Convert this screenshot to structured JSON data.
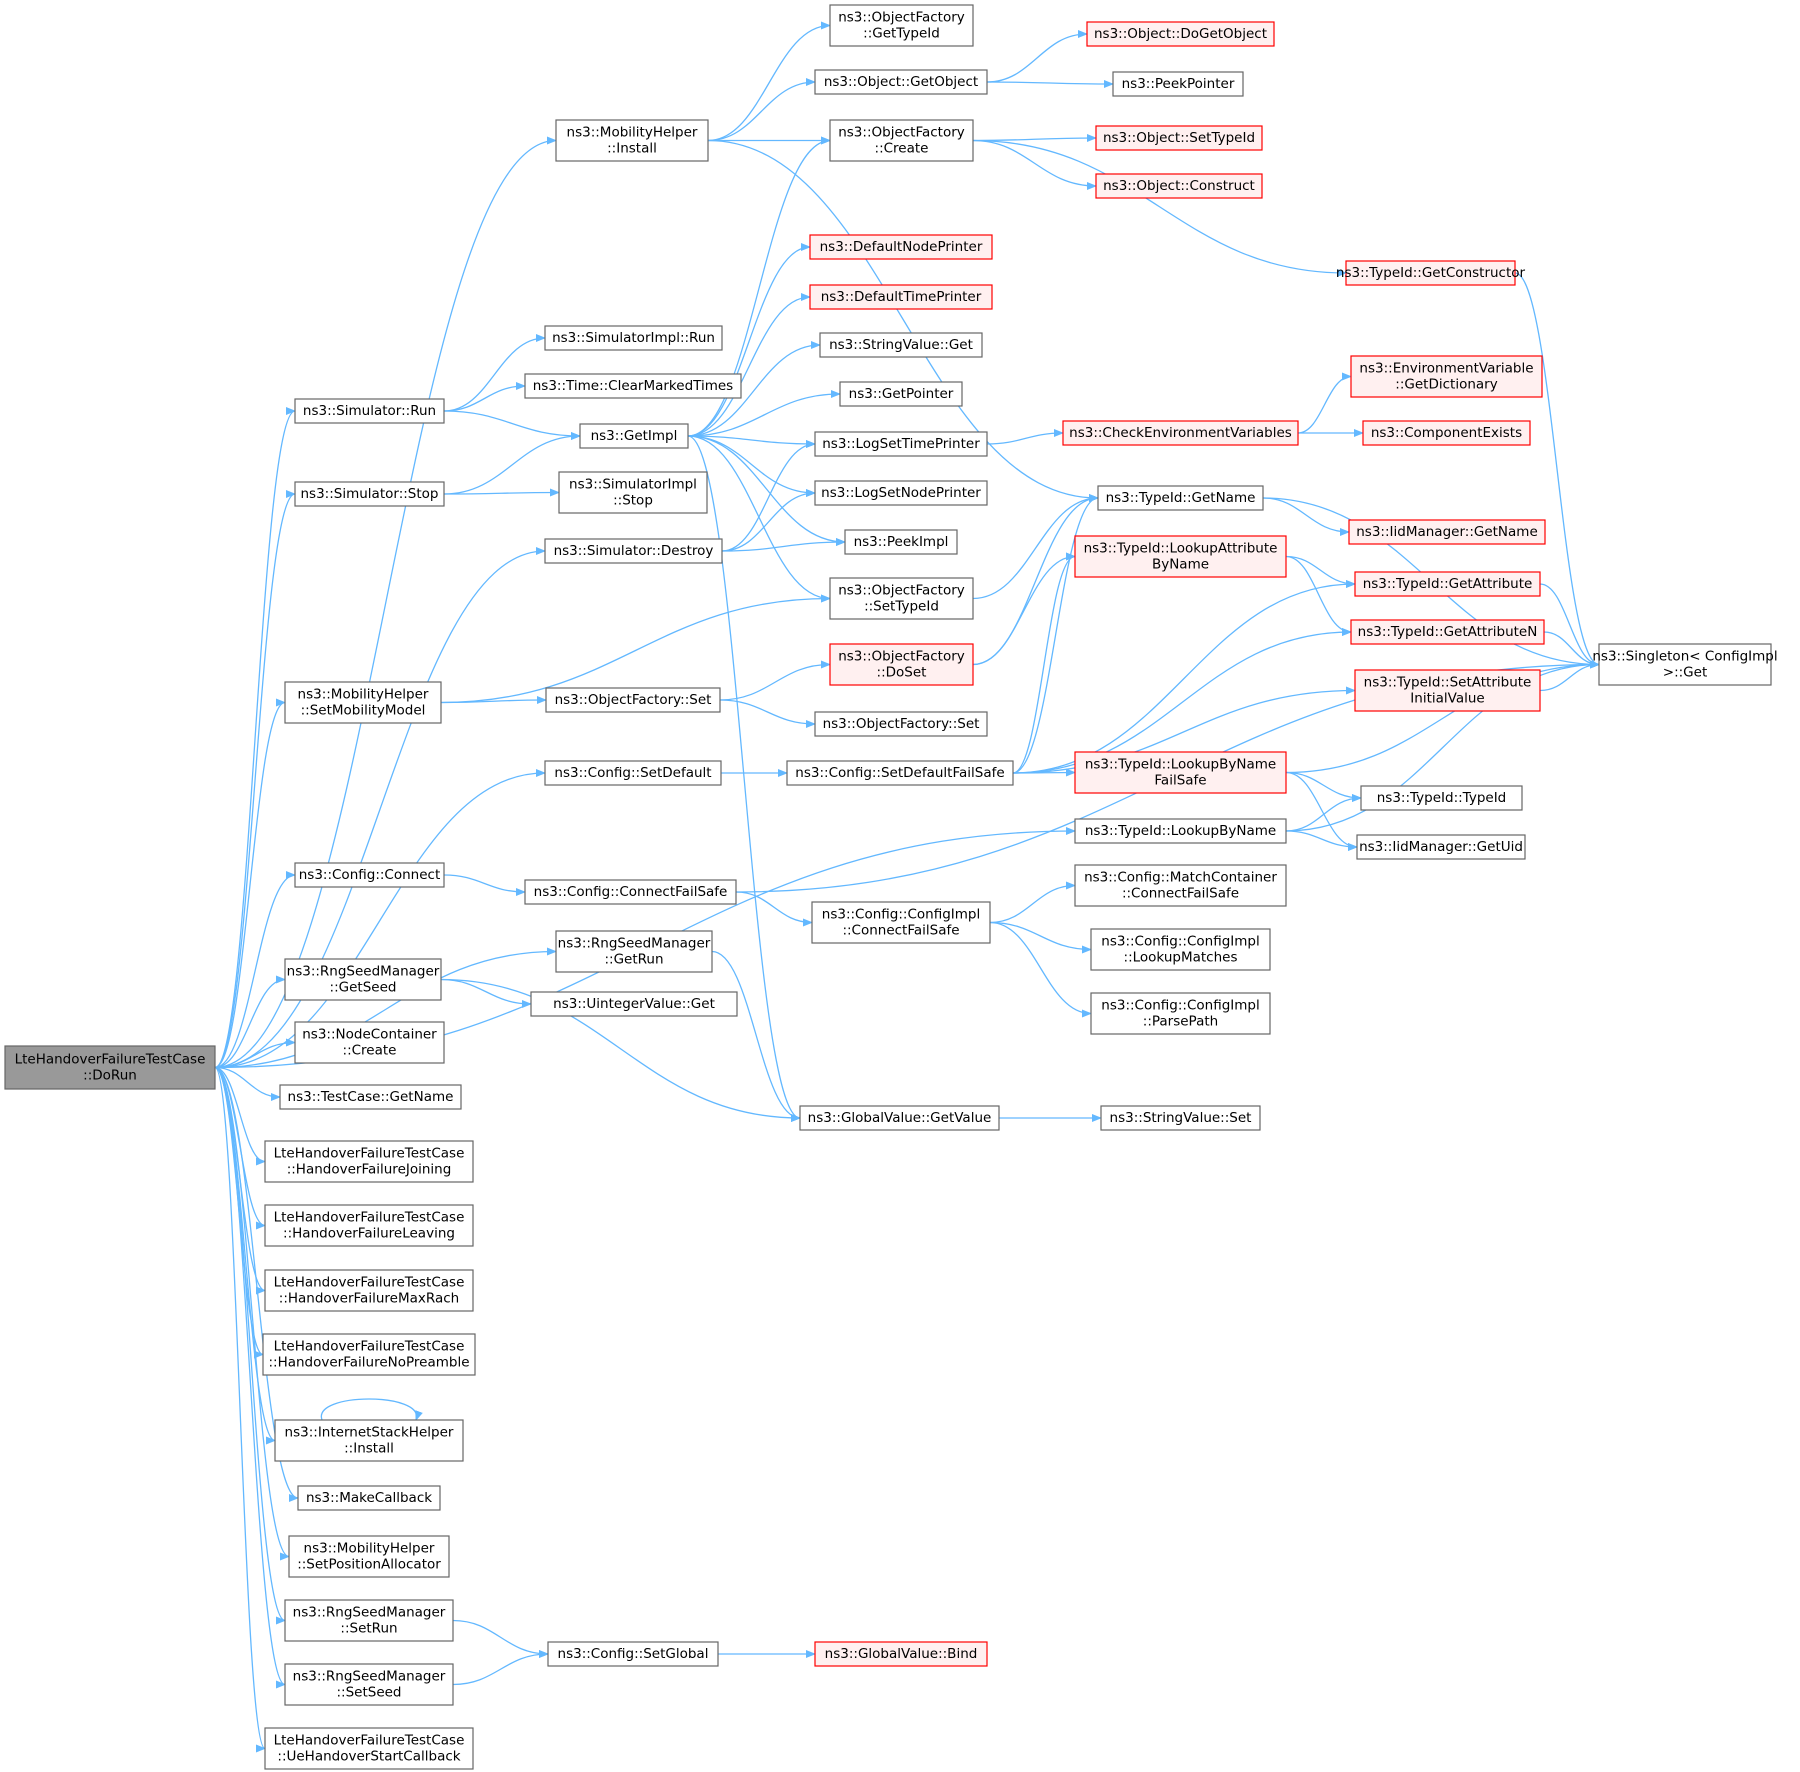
{
  "colors": {
    "edge": "#63b8ff",
    "node_border": "#666666",
    "node_fill": "#ffffff",
    "root_fill": "#999999",
    "red_border": "#ff0000",
    "red_fill": "#fff0f0"
  },
  "nodes": [
    {
      "id": "root",
      "label": [
        "LteHandoverFailureTestCase",
        "::DoRun"
      ],
      "style": "root"
    },
    {
      "id": "mh_install",
      "label": [
        "ns3::MobilityHelper",
        "::Install"
      ],
      "style": "normal"
    },
    {
      "id": "of_gettypeid",
      "label": [
        "ns3::ObjectFactory",
        "::GetTypeId"
      ],
      "style": "normal"
    },
    {
      "id": "obj_getobject",
      "label": [
        "ns3::Object::GetObject"
      ],
      "style": "normal"
    },
    {
      "id": "obj_dogetobject",
      "label": [
        "ns3::Object::DoGetObject"
      ],
      "style": "red"
    },
    {
      "id": "peekpointer",
      "label": [
        "ns3::PeekPointer"
      ],
      "style": "normal"
    },
    {
      "id": "of_create",
      "label": [
        "ns3::ObjectFactory",
        "::Create"
      ],
      "style": "normal"
    },
    {
      "id": "obj_settypeid",
      "label": [
        "ns3::Object::SetTypeId"
      ],
      "style": "red"
    },
    {
      "id": "obj_construct",
      "label": [
        "ns3::Object::Construct"
      ],
      "style": "red"
    },
    {
      "id": "tid_getconstructor",
      "label": [
        "ns3::TypeId::GetConstructor"
      ],
      "style": "red"
    },
    {
      "id": "defaultnodeprinter",
      "label": [
        "ns3::DefaultNodePrinter"
      ],
      "style": "red"
    },
    {
      "id": "defaulttimeprinter",
      "label": [
        "ns3::DefaultTimePrinter"
      ],
      "style": "red"
    },
    {
      "id": "simimpl_run",
      "label": [
        "ns3::SimulatorImpl::Run"
      ],
      "style": "normal"
    },
    {
      "id": "time_clearmarked",
      "label": [
        "ns3::Time::ClearMarkedTimes"
      ],
      "style": "normal"
    },
    {
      "id": "stringvalue_get",
      "label": [
        "ns3::StringValue::Get"
      ],
      "style": "normal"
    },
    {
      "id": "sim_run",
      "label": [
        "ns3::Simulator::Run"
      ],
      "style": "normal"
    },
    {
      "id": "getpointer",
      "label": [
        "ns3::GetPointer"
      ],
      "style": "normal"
    },
    {
      "id": "env_getdict",
      "label": [
        "ns3::EnvironmentVariable",
        "::GetDictionary"
      ],
      "style": "red"
    },
    {
      "id": "getimpl",
      "label": [
        "ns3::GetImpl"
      ],
      "style": "normal"
    },
    {
      "id": "logsettimeprinter",
      "label": [
        "ns3::LogSetTimePrinter"
      ],
      "style": "normal"
    },
    {
      "id": "checkenv",
      "label": [
        "ns3::CheckEnvironmentVariables"
      ],
      "style": "red"
    },
    {
      "id": "componentexists",
      "label": [
        "ns3::ComponentExists"
      ],
      "style": "red"
    },
    {
      "id": "sim_stop",
      "label": [
        "ns3::Simulator::Stop"
      ],
      "style": "normal"
    },
    {
      "id": "simimpl_stop",
      "label": [
        "ns3::SimulatorImpl",
        "::Stop"
      ],
      "style": "normal"
    },
    {
      "id": "logsetnodeprinter",
      "label": [
        "ns3::LogSetNodePrinter"
      ],
      "style": "normal"
    },
    {
      "id": "tid_getname",
      "label": [
        "ns3::TypeId::GetName"
      ],
      "style": "normal"
    },
    {
      "id": "iid_getname",
      "label": [
        "ns3::IidManager::GetName"
      ],
      "style": "red"
    },
    {
      "id": "sim_destroy",
      "label": [
        "ns3::Simulator::Destroy"
      ],
      "style": "normal"
    },
    {
      "id": "peekimpl",
      "label": [
        "ns3::PeekImpl"
      ],
      "style": "normal"
    },
    {
      "id": "tid_lookupattr",
      "label": [
        "ns3::TypeId::LookupAttribute",
        "ByName"
      ],
      "style": "red"
    },
    {
      "id": "of_settypeid",
      "label": [
        "ns3::ObjectFactory",
        "::SetTypeId"
      ],
      "style": "normal"
    },
    {
      "id": "tid_getattribute",
      "label": [
        "ns3::TypeId::GetAttribute"
      ],
      "style": "red"
    },
    {
      "id": "tid_getattributen",
      "label": [
        "ns3::TypeId::GetAttributeN"
      ],
      "style": "red"
    },
    {
      "id": "of_doset",
      "label": [
        "ns3::ObjectFactory",
        "::DoSet"
      ],
      "style": "red"
    },
    {
      "id": "singleton_get",
      "label": [
        "ns3::Singleton< ConfigImpl",
        " >::Get"
      ],
      "style": "normal"
    },
    {
      "id": "mh_setmobility",
      "label": [
        "ns3::MobilityHelper",
        "::SetMobilityModel"
      ],
      "style": "normal"
    },
    {
      "id": "of_set1",
      "label": [
        "ns3::ObjectFactory::Set"
      ],
      "style": "normal"
    },
    {
      "id": "tid_setattrinit",
      "label": [
        "ns3::TypeId::SetAttribute",
        "InitialValue"
      ],
      "style": "red"
    },
    {
      "id": "of_set2",
      "label": [
        "ns3::ObjectFactory::Set"
      ],
      "style": "normal"
    },
    {
      "id": "cfg_setdefault",
      "label": [
        "ns3::Config::SetDefault"
      ],
      "style": "normal"
    },
    {
      "id": "cfg_setdefaultfs",
      "label": [
        "ns3::Config::SetDefaultFailSafe"
      ],
      "style": "normal"
    },
    {
      "id": "tid_lookupbynamefs",
      "label": [
        "ns3::TypeId::LookupByName",
        "FailSafe"
      ],
      "style": "red"
    },
    {
      "id": "tid_typeid",
      "label": [
        "ns3::TypeId::TypeId"
      ],
      "style": "normal"
    },
    {
      "id": "tid_lookupbyname",
      "label": [
        "ns3::TypeId::LookupByName"
      ],
      "style": "normal"
    },
    {
      "id": "iid_getuid",
      "label": [
        "ns3::IidManager::GetUid"
      ],
      "style": "normal"
    },
    {
      "id": "cfg_connect",
      "label": [
        "ns3::Config::Connect"
      ],
      "style": "normal"
    },
    {
      "id": "cfg_connectfs",
      "label": [
        "ns3::Config::ConnectFailSafe"
      ],
      "style": "normal"
    },
    {
      "id": "mc_connectfs",
      "label": [
        "ns3::Config::MatchContainer",
        "::ConnectFailSafe"
      ],
      "style": "normal"
    },
    {
      "id": "ci_connectfs",
      "label": [
        "ns3::Config::ConfigImpl",
        "::ConnectFailSafe"
      ],
      "style": "normal"
    },
    {
      "id": "rsm_getrun",
      "label": [
        "ns3::RngSeedManager",
        "::GetRun"
      ],
      "style": "normal"
    },
    {
      "id": "ci_lookupmatches",
      "label": [
        "ns3::Config::ConfigImpl",
        "::LookupMatches"
      ],
      "style": "normal"
    },
    {
      "id": "rsm_getseed",
      "label": [
        "ns3::RngSeedManager",
        "::GetSeed"
      ],
      "style": "normal"
    },
    {
      "id": "uintegervalue_get",
      "label": [
        "ns3::UintegerValue::Get"
      ],
      "style": "normal"
    },
    {
      "id": "ci_parsepath",
      "label": [
        "ns3::Config::ConfigImpl",
        "::ParsePath"
      ],
      "style": "normal"
    },
    {
      "id": "nc_create",
      "label": [
        "ns3::NodeContainer",
        "::Create"
      ],
      "style": "normal"
    },
    {
      "id": "tc_getname",
      "label": [
        "ns3::TestCase::GetName"
      ],
      "style": "normal"
    },
    {
      "id": "gv_getvalue",
      "label": [
        "ns3::GlobalValue::GetValue"
      ],
      "style": "normal"
    },
    {
      "id": "stringvalue_set",
      "label": [
        "ns3::StringValue::Set"
      ],
      "style": "normal"
    },
    {
      "id": "hf_joining",
      "label": [
        "LteHandoverFailureTestCase",
        "::HandoverFailureJoining"
      ],
      "style": "normal"
    },
    {
      "id": "hf_leaving",
      "label": [
        "LteHandoverFailureTestCase",
        "::HandoverFailureLeaving"
      ],
      "style": "normal"
    },
    {
      "id": "hf_maxrach",
      "label": [
        "LteHandoverFailureTestCase",
        "::HandoverFailureMaxRach"
      ],
      "style": "normal"
    },
    {
      "id": "hf_nopreamble",
      "label": [
        "LteHandoverFailureTestCase",
        "::HandoverFailureNoPreamble"
      ],
      "style": "normal"
    },
    {
      "id": "ish_install",
      "label": [
        "ns3::InternetStackHelper",
        "::Install"
      ],
      "style": "normal"
    },
    {
      "id": "makecallback",
      "label": [
        "ns3::MakeCallback"
      ],
      "style": "normal"
    },
    {
      "id": "mh_setposalloc",
      "label": [
        "ns3::MobilityHelper",
        "::SetPositionAllocator"
      ],
      "style": "normal"
    },
    {
      "id": "rsm_setrun",
      "label": [
        "ns3::RngSeedManager",
        "::SetRun"
      ],
      "style": "normal"
    },
    {
      "id": "cfg_setglobal",
      "label": [
        "ns3::Config::SetGlobal"
      ],
      "style": "normal"
    },
    {
      "id": "gv_bind",
      "label": [
        "ns3::GlobalValue::Bind"
      ],
      "style": "red"
    },
    {
      "id": "rsm_setseed",
      "label": [
        "ns3::RngSeedManager",
        "::SetSeed"
      ],
      "style": "normal"
    },
    {
      "id": "ue_hostartcb",
      "label": [
        "LteHandoverFailureTestCase",
        "::UeHandoverStartCallback"
      ],
      "style": "normal"
    }
  ],
  "edges": [
    [
      "root",
      "mh_install"
    ],
    [
      "root",
      "sim_run"
    ],
    [
      "root",
      "sim_stop"
    ],
    [
      "root",
      "sim_destroy"
    ],
    [
      "root",
      "mh_setmobility"
    ],
    [
      "root",
      "cfg_setdefault"
    ],
    [
      "root",
      "tid_lookupbyname"
    ],
    [
      "root",
      "cfg_connect"
    ],
    [
      "root",
      "rsm_getrun"
    ],
    [
      "root",
      "rsm_getseed"
    ],
    [
      "root",
      "nc_create"
    ],
    [
      "root",
      "tc_getname"
    ],
    [
      "root",
      "hf_joining"
    ],
    [
      "root",
      "hf_leaving"
    ],
    [
      "root",
      "hf_maxrach"
    ],
    [
      "root",
      "hf_nopreamble"
    ],
    [
      "root",
      "ish_install"
    ],
    [
      "root",
      "makecallback"
    ],
    [
      "root",
      "mh_setposalloc"
    ],
    [
      "root",
      "rsm_setrun"
    ],
    [
      "root",
      "rsm_setseed"
    ],
    [
      "root",
      "ue_hostartcb"
    ],
    [
      "mh_install",
      "of_gettypeid"
    ],
    [
      "mh_install",
      "obj_getobject"
    ],
    [
      "mh_install",
      "of_create"
    ],
    [
      "mh_install",
      "tid_getname"
    ],
    [
      "obj_getobject",
      "obj_dogetobject"
    ],
    [
      "obj_getobject",
      "peekpointer"
    ],
    [
      "of_create",
      "obj_settypeid"
    ],
    [
      "of_create",
      "obj_construct"
    ],
    [
      "of_create",
      "tid_getconstructor"
    ],
    [
      "tid_getconstructor",
      "singleton_get"
    ],
    [
      "sim_run",
      "simimpl_run"
    ],
    [
      "sim_run",
      "time_clearmarked"
    ],
    [
      "sim_run",
      "getimpl"
    ],
    [
      "getimpl",
      "of_create"
    ],
    [
      "getimpl",
      "defaultnodeprinter"
    ],
    [
      "getimpl",
      "defaulttimeprinter"
    ],
    [
      "getimpl",
      "stringvalue_get"
    ],
    [
      "getimpl",
      "getpointer"
    ],
    [
      "getimpl",
      "logsettimeprinter"
    ],
    [
      "getimpl",
      "logsetnodeprinter"
    ],
    [
      "getimpl",
      "peekimpl"
    ],
    [
      "getimpl",
      "of_settypeid"
    ],
    [
      "getimpl",
      "gv_getvalue"
    ],
    [
      "logsettimeprinter",
      "checkenv"
    ],
    [
      "checkenv",
      "env_getdict"
    ],
    [
      "checkenv",
      "componentexists"
    ],
    [
      "sim_stop",
      "getimpl"
    ],
    [
      "sim_stop",
      "simimpl_stop"
    ],
    [
      "sim_destroy",
      "logsettimeprinter"
    ],
    [
      "sim_destroy",
      "logsetnodeprinter"
    ],
    [
      "sim_destroy",
      "peekimpl"
    ],
    [
      "tid_getname",
      "singleton_get"
    ],
    [
      "tid_getname",
      "iid_getname"
    ],
    [
      "of_settypeid",
      "tid_getname"
    ],
    [
      "mh_setmobility",
      "of_settypeid"
    ],
    [
      "mh_setmobility",
      "of_set1"
    ],
    [
      "of_set1",
      "of_doset"
    ],
    [
      "of_set1",
      "of_set2"
    ],
    [
      "of_doset",
      "tid_lookupattr"
    ],
    [
      "of_doset",
      "tid_getname"
    ],
    [
      "tid_lookupattr",
      "tid_getattribute"
    ],
    [
      "tid_lookupattr",
      "tid_getattributen"
    ],
    [
      "tid_getattribute",
      "singleton_get"
    ],
    [
      "tid_getattributen",
      "singleton_get"
    ],
    [
      "tid_setattrinit",
      "singleton_get"
    ],
    [
      "cfg_setdefault",
      "cfg_setdefaultfs"
    ],
    [
      "cfg_setdefaultfs",
      "tid_lookupattr"
    ],
    [
      "cfg_setdefaultfs",
      "tid_getattribute"
    ],
    [
      "cfg_setdefaultfs",
      "tid_getattributen"
    ],
    [
      "cfg_setdefaultfs",
      "tid_setattrinit"
    ],
    [
      "cfg_setdefaultfs",
      "tid_lookupbynamefs"
    ],
    [
      "cfg_setdefaultfs",
      "tid_getname"
    ],
    [
      "tid_lookupbynamefs",
      "singleton_get"
    ],
    [
      "tid_lookupbynamefs",
      "tid_typeid"
    ],
    [
      "tid_lookupbynamefs",
      "iid_getuid"
    ],
    [
      "tid_lookupbyname",
      "tid_typeid"
    ],
    [
      "tid_lookupbyname",
      "iid_getuid"
    ],
    [
      "tid_lookupbyname",
      "singleton_get"
    ],
    [
      "cfg_connect",
      "cfg_connectfs"
    ],
    [
      "cfg_connectfs",
      "ci_connectfs"
    ],
    [
      "cfg_connectfs",
      "singleton_get"
    ],
    [
      "ci_connectfs",
      "mc_connectfs"
    ],
    [
      "ci_connectfs",
      "ci_lookupmatches"
    ],
    [
      "ci_connectfs",
      "ci_parsepath"
    ],
    [
      "rsm_getrun",
      "gv_getvalue"
    ],
    [
      "rsm_getseed",
      "uintegervalue_get"
    ],
    [
      "rsm_getseed",
      "gv_getvalue"
    ],
    [
      "gv_getvalue",
      "stringvalue_set"
    ],
    [
      "ish_install",
      "ish_install"
    ],
    [
      "rsm_setrun",
      "cfg_setglobal"
    ],
    [
      "rsm_setseed",
      "cfg_setglobal"
    ],
    [
      "cfg_setglobal",
      "gv_bind"
    ]
  ]
}
